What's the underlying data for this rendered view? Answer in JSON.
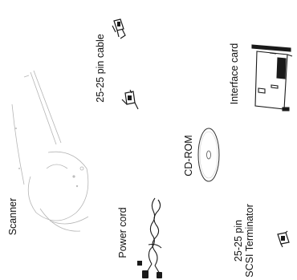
{
  "labels": {
    "scanner": "Scanner",
    "power_cord": "Power cord",
    "cable": "25-25 pin cable",
    "cdrom": "CD-ROM",
    "interface_card": "Interface card",
    "terminator_line1": "25-25 pin",
    "terminator_line2": "SCSI Terminator"
  },
  "colors": {
    "ink": "#111111",
    "faint": "#9a9a9a",
    "shade": "#c8c8c8"
  }
}
